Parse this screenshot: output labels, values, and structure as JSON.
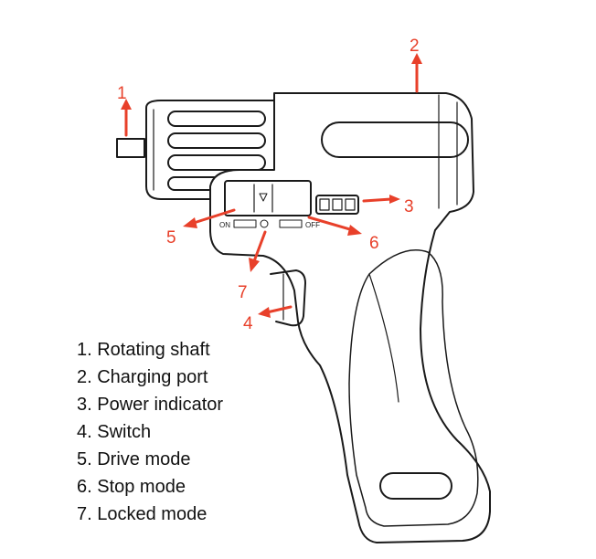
{
  "callouts": {
    "c1": "1",
    "c2": "2",
    "c3": "3",
    "c4": "4",
    "c5": "5",
    "c6": "6",
    "c7": "7"
  },
  "panel_labels": {
    "on": "ON",
    "off": "OFF"
  },
  "legend": [
    "1. Rotating shaft",
    "2. Charging port",
    "3. Power indicator",
    "4. Switch",
    "5. Drive mode",
    "6. Stop mode",
    "7. Locked mode"
  ],
  "colors": {
    "accent": "#e8402a",
    "outline": "#1a1a1a",
    "text": "#111111"
  }
}
